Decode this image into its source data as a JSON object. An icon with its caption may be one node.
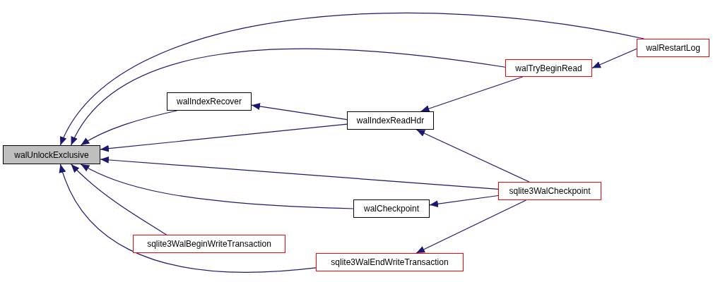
{
  "diagram": {
    "nodes": [
      {
        "text": [
          "walUnlockExclusive"
        ]
      },
      {
        "text": [
          "walRestartLog"
        ]
      },
      {
        "text": [
          "walTryBeginRead"
        ]
      },
      {
        "text": [
          "walIndexRecover"
        ]
      },
      {
        "text": [
          "walIndexReadHdr"
        ]
      },
      {
        "text": [
          "sqlite3WalCheckpoint"
        ]
      },
      {
        "text": [
          "walCheckpoint"
        ]
      },
      {
        "text": [
          "sqlite3WalBeginWriteTransaction"
        ]
      },
      {
        "text": [
          "sqlite3WalEndWriteTransaction"
        ]
      }
    ],
    "edges": [
      {
        "from": 1,
        "to": 0,
        "arrow": "to"
      },
      {
        "from": 2,
        "to": 0,
        "arrow": "to"
      },
      {
        "from": 3,
        "to": 0,
        "arrow": "to"
      },
      {
        "from": 4,
        "to": 0,
        "arrow": "to"
      },
      {
        "from": 5,
        "to": 0,
        "arrow": "to"
      },
      {
        "from": 6,
        "to": 0,
        "arrow": "to"
      },
      {
        "from": 7,
        "to": 0,
        "arrow": "to"
      },
      {
        "from": 8,
        "to": 0,
        "arrow": "to"
      },
      {
        "from": 1,
        "to": 2,
        "arrow": "to"
      },
      {
        "from": 2,
        "to": 4,
        "arrow": "to"
      },
      {
        "from": 4,
        "to": 3,
        "arrow": "to"
      },
      {
        "from": 5,
        "to": 4,
        "arrow": "to"
      },
      {
        "from": 5,
        "to": 6,
        "arrow": "to"
      },
      {
        "from": 5,
        "to": 8,
        "arrow": "to"
      }
    ]
  }
}
